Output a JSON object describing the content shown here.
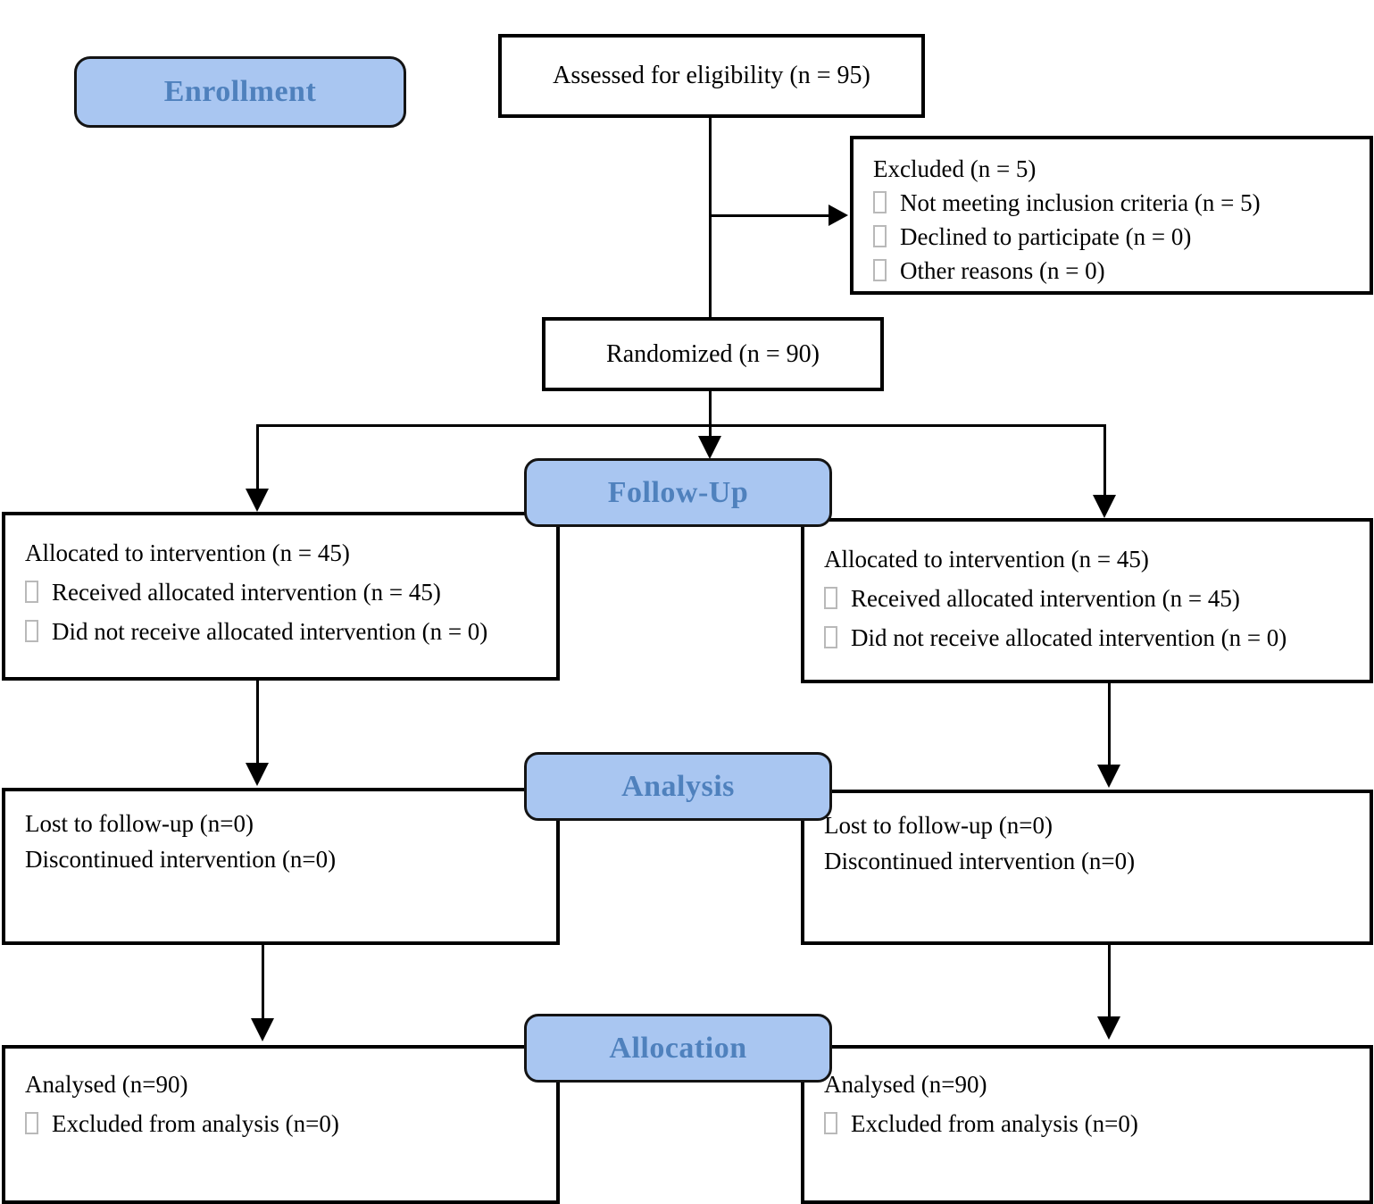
{
  "diagram": {
    "stage_labels": {
      "enrollment": "Enrollment",
      "followup": "Follow-Up",
      "analysis": "Analysis",
      "allocation": "Allocation"
    },
    "assessed": {
      "text": "Assessed for eligibility (n = 95)"
    },
    "excluded": {
      "title": "Excluded (n = 5)",
      "items": [
        "Not meeting inclusion criteria (n = 5)",
        "Declined to participate (n = 0)",
        "Other reasons (n = 0)"
      ]
    },
    "randomized": {
      "text": "Randomized (n = 90)"
    },
    "left_arm": {
      "allocated": {
        "title": "Allocated to intervention (n = 45)",
        "items": [
          "Received allocated intervention (n = 45)",
          "Did not receive allocated intervention (n = 0)"
        ]
      },
      "followup": {
        "lines": [
          "Lost to follow-up (n=0)",
          "Discontinued intervention (n=0)"
        ]
      },
      "analysed": {
        "title": "Analysed (n=90)",
        "items": [
          "Excluded from analysis (n=0)"
        ]
      }
    },
    "right_arm": {
      "allocated": {
        "title": "Allocated to intervention (n = 45)",
        "items": [
          "Received allocated intervention (n = 45)",
          "Did not receive allocated intervention (n = 0)"
        ]
      },
      "followup": {
        "lines": [
          "Lost to follow-up (n=0)",
          "Discontinued intervention (n=0)"
        ]
      },
      "analysed": {
        "title": "Analysed (n=90)",
        "items": [
          "Excluded from analysis (n=0)"
        ]
      }
    }
  },
  "colors": {
    "label_fill": "#a9c6f1",
    "label_text": "#4f81bd",
    "box_border": "#000000"
  }
}
